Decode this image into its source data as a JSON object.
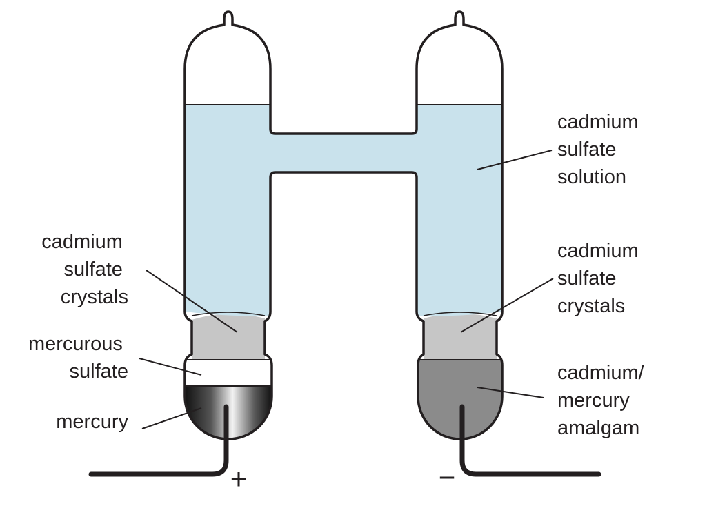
{
  "labels": {
    "solution": [
      "cadmium",
      "sulfate",
      "solution"
    ],
    "crystals_left": [
      "cadmium",
      "sulfate",
      "crystals"
    ],
    "crystals_right": [
      "cadmium",
      "sulfate",
      "crystals"
    ],
    "mercurous_sulfate": [
      "mercurous",
      "sulfate"
    ],
    "mercury": [
      "mercury"
    ],
    "amalgam": [
      "cadmium/",
      "mercury",
      "amalgam"
    ]
  },
  "terminals": {
    "positive": "+",
    "negative": "−"
  },
  "colors": {
    "solution": "#c9e2ec",
    "crystals": "#c6c6c6",
    "mercurous_sulfate": "#ffffff",
    "amalgam": "#8b8b8b",
    "outline": "#231f20"
  }
}
